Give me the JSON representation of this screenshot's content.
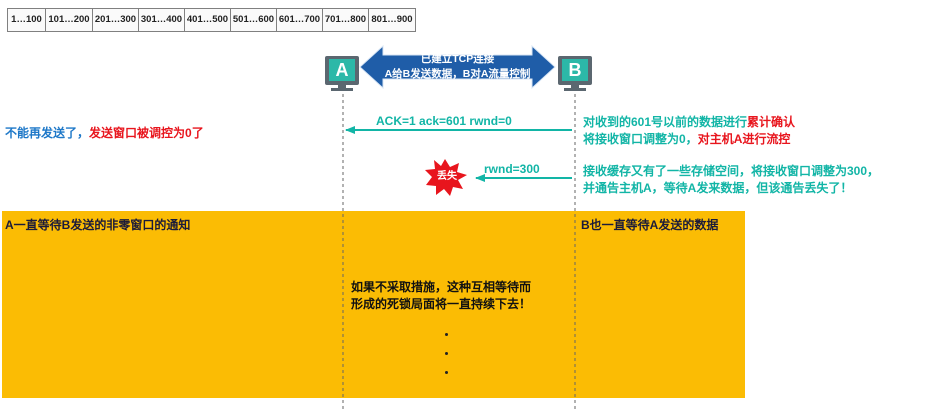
{
  "sequence_cells": [
    "1…100",
    "101…200",
    "201…300",
    "301…400",
    "401…500",
    "501…600",
    "601…700",
    "701…800",
    "801…900"
  ],
  "host_a": {
    "label": "A"
  },
  "host_b": {
    "label": "B"
  },
  "connection": {
    "line1": "已建立TCP连接",
    "line2": "A给B发送数据，B对A流量控制"
  },
  "message1": {
    "label": "ACK=1   ack=601   rwnd=0",
    "a_note_blue": "不能再发送了，",
    "a_note_red": "发送窗口被调控为0了",
    "b_note_line1_teal": "对收到的601号以前的数据进行",
    "b_note_line1_red": "累计确认",
    "b_note_line2_teal": "将接收窗口调整为0，",
    "b_note_line2_red": "对主机A进行流控"
  },
  "message2": {
    "label": "rwnd=300",
    "lost_badge": "丢失",
    "b_note_line1": "接收缓存又有了一些存储空间，将接收窗口调整为300，",
    "b_note_line2": "并通告主机A，等待A发来数据，但该通告丢失了！"
  },
  "wait": {
    "a_text": "A一直等待B发送的非零窗口的通知",
    "b_text": "B也一直等待A发送的数据",
    "center_line1": "如果不采取措施，这种互相等待而",
    "center_line2": "形成的死锁局面将一直持续下去！"
  },
  "colors": {
    "teal": "#12b5a6",
    "red": "#e8151d",
    "blue": "#1e78c8",
    "arrow_blue": "#1f5da8",
    "wait_yellow": "#fbbc04"
  }
}
